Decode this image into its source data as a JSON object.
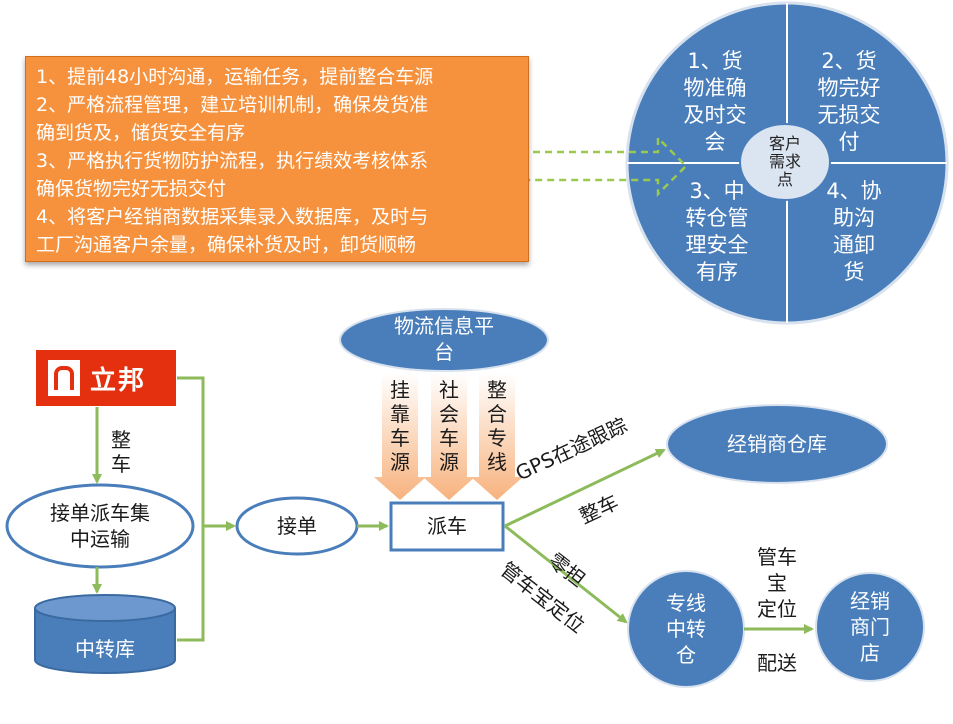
{
  "strategy_box": {
    "lines": [
      "1、提前48小时沟通，运输任务，提前整合车源",
      "2、严格流程管理，建立培训机制，确保发货准",
      "确到货及，储货安全有序",
      "3、严格执行货物防护流程，执行绩效考核体系",
      "确保货物完好无损交付",
      "4、将客户经销商数据采集录入数据库，及时与",
      "工厂沟通客户余量，确保补货及时，卸货顺畅"
    ]
  },
  "customer_needs": {
    "center": [
      "客户",
      "需求",
      "点"
    ],
    "q1": [
      "1、货",
      "物准确",
      "及时交",
      "会"
    ],
    "q2": [
      "2、货",
      "物完好",
      "无损交",
      "付"
    ],
    "q3": [
      "3、中",
      "转仓管",
      "理安全",
      "有序"
    ],
    "q4": [
      "4、协",
      "助沟",
      "通卸",
      "货"
    ]
  },
  "logo": {
    "text": "立邦"
  },
  "nodes": {
    "platform": [
      "物流信息平",
      "台"
    ],
    "dispatch_center": [
      "接单派车集",
      "中运输"
    ],
    "transfer_warehouse": "中转库",
    "order": "接单",
    "dispatch": "派车",
    "dealer_warehouse": "经销商仓库",
    "line_transfer": [
      "专线",
      "中转",
      "仓"
    ],
    "dealer_store": [
      "经销",
      "商门",
      "店"
    ]
  },
  "sources": {
    "s1": [
      "挂",
      "靠",
      "车",
      "源"
    ],
    "s2": [
      "社",
      "会",
      "车",
      "源"
    ],
    "s3": [
      "整",
      "合",
      "专",
      "线"
    ]
  },
  "edge_labels": {
    "full_truck_left": [
      "整",
      "车"
    ],
    "gps": "GPS在途跟踪",
    "full_truck": "整车",
    "ltl": "零担",
    "gcb_locate": "管车宝定位",
    "gcb_top": [
      "管车",
      "宝",
      "定位"
    ],
    "delivery": "配送"
  },
  "colors": {
    "orange": "#f6923d",
    "blue": "#4a7ebb",
    "green": "#8dba5a",
    "red": "#e5300f",
    "dashed_green": "#9bc94f"
  }
}
